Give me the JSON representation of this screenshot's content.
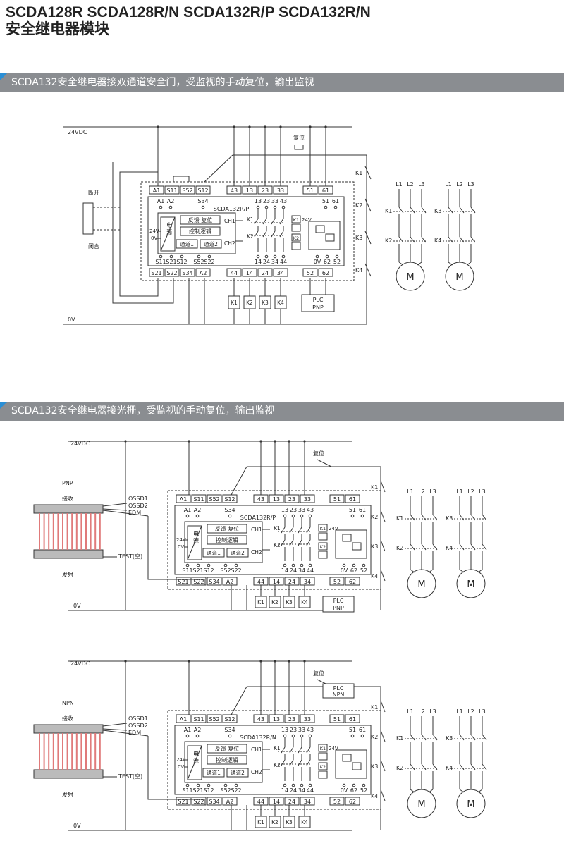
{
  "title": {
    "line1": "SCDA128R   SCDA128R/N   SCDA132R/P   SCDA132R/N",
    "line2": "安全继电器模块"
  },
  "sections": [
    {
      "heading": "SCDA132安全继电器接双通道安全门，受监视的手动复位，输出监视"
    },
    {
      "heading": "SCDA132安全继电器接光栅，受监视的手动复位，输出监视"
    }
  ],
  "labels": {
    "v24": "24VDC",
    "v0": "0V",
    "reset": "复位",
    "open": "断开",
    "close": "闭合",
    "pnp": "PNP",
    "npn": "NPN",
    "receive": "接收",
    "emit": "发射",
    "ossd1": "OSSD1",
    "ossd2": "OSSD2",
    "edm": "EDM",
    "test": "TEST(空)",
    "feedback": "反馈 复位",
    "logic": "控制逻辑",
    "ch1": "通道1",
    "ch2": "通道2",
    "power": "电源",
    "ch1r": "CH1",
    "ch2r": "CH2",
    "s24v": "24V",
    "s0v": "0V",
    "motor": "M",
    "plc": "PLC",
    "model_p": "SCDA132R/P",
    "model_n": "SCDA132R/N"
  },
  "terminals": {
    "top": [
      "A1",
      "S11",
      "S52",
      "S12",
      "43",
      "13",
      "23",
      "33",
      "51",
      "61"
    ],
    "bottom": [
      "S21",
      "S22",
      "S34",
      "A2",
      "44",
      "14",
      "24",
      "34",
      "52",
      "62"
    ],
    "inner_top_left": [
      "A1",
      "A2",
      "S34"
    ],
    "inner_contacts_top": [
      "13",
      "23",
      "33",
      "43"
    ],
    "inner_out_top": [
      "51",
      "61"
    ],
    "inner_bottom_left": [
      "S11",
      "S21",
      "S12",
      "S52",
      "S22"
    ],
    "inner_contacts_bottom": [
      "14",
      "24",
      "34",
      "44"
    ],
    "inner_out_bottom": [
      "0V",
      "62",
      "52"
    ]
  },
  "relays": [
    "K1",
    "K2",
    "K3",
    "K4"
  ],
  "phases": [
    "L1",
    "L2",
    "L3"
  ],
  "plc_modes": {
    "p": "PNP",
    "n": "NPN"
  }
}
